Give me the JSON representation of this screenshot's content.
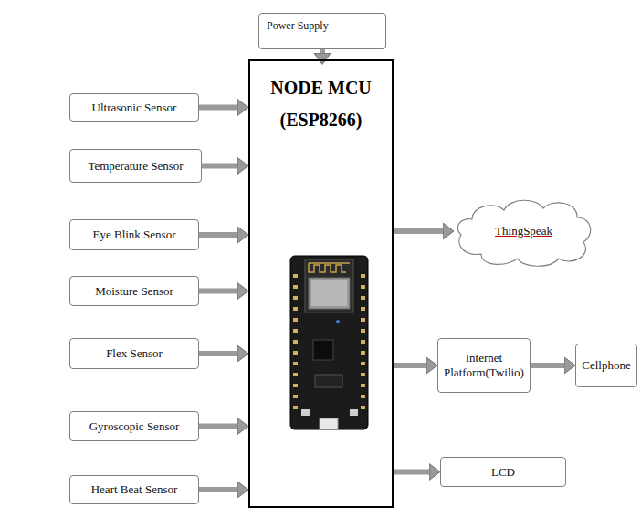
{
  "diagram": {
    "nodes": [
      {
        "text": [
          "Power Supply"
        ]
      },
      {
        "text": [
          "Ultrasonic Sensor"
        ]
      },
      {
        "text": [
          "NODE MCU (ESP8266)"
        ]
      },
      {
        "text": [
          "Temperature Sensor"
        ]
      },
      {
        "text": [
          "Eye Blink Sensor"
        ]
      },
      {
        "text": [
          "Moisture Sensor"
        ]
      },
      {
        "text": [
          "Flex Sensor"
        ]
      },
      {
        "text": [
          "Gyroscopic Sensor"
        ]
      },
      {
        "text": [
          "Heart Beat Sensor"
        ]
      },
      {
        "text": [
          "ThingSpeak"
        ]
      },
      {
        "text": [
          "Internet Platform(Twilio)"
        ]
      },
      {
        "text": [
          "Cellphone"
        ]
      },
      {
        "text": [
          "LCD"
        ]
      }
    ],
    "edges": [
      {
        "from": 0,
        "to": 2,
        "arrow": "to"
      },
      {
        "from": 1,
        "to": 2,
        "arrow": "to"
      },
      {
        "from": 3,
        "to": 2,
        "arrow": "to"
      },
      {
        "from": 4,
        "to": 2,
        "arrow": "to"
      },
      {
        "from": 5,
        "to": 2,
        "arrow": "to"
      },
      {
        "from": 6,
        "to": 2,
        "arrow": "to"
      },
      {
        "from": 7,
        "to": 2,
        "arrow": "to"
      },
      {
        "from": 8,
        "to": 2,
        "arrow": "to"
      },
      {
        "from": 2,
        "to": 9,
        "arrow": "to"
      },
      {
        "from": 2,
        "to": 10,
        "arrow": "to"
      },
      {
        "from": 10,
        "to": 11,
        "arrow": "to"
      },
      {
        "from": 2,
        "to": 12,
        "arrow": "to"
      }
    ]
  }
}
